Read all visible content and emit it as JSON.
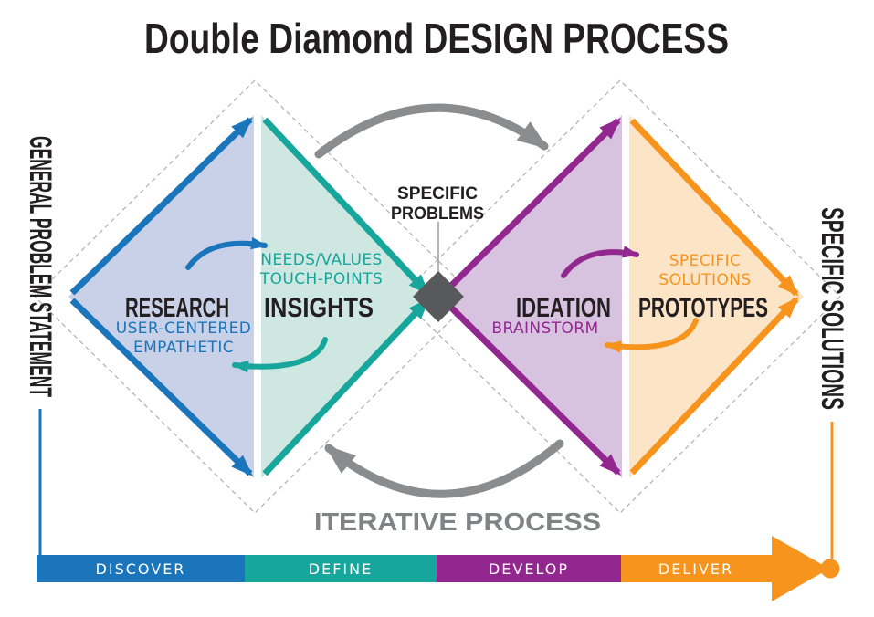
{
  "title": "Double Diamond DESIGN PROCESS",
  "axis_left": {
    "label": "GENERAL PROBLEM STATEMENT"
  },
  "axis_right": {
    "label": "SPECIFIC SOLUTIONS"
  },
  "center_junction": {
    "line1": "SPECIFIC",
    "line2": "PROBLEMS"
  },
  "discover_diamond": {
    "research": {
      "heading": "RESEARCH",
      "sub1": "USER-CENTERED",
      "sub2": "EMPATHETIC"
    },
    "insights": {
      "heading": "INSIGHTS",
      "sub1": "NEEDS/VALUES",
      "sub2": "TOUCH-POINTS"
    }
  },
  "develop_diamond": {
    "ideation": {
      "heading": "IDEATION",
      "sub1": "BRAINSTORM"
    },
    "prototypes": {
      "heading": "PROTOTYPES",
      "sub1": "SPECIFIC",
      "sub2": "SOLUTIONS"
    }
  },
  "iterative": {
    "label": "ITERATIVE PROCESS"
  },
  "timeline": {
    "phases": [
      {
        "label": "DISCOVER",
        "color": "#1b75bb"
      },
      {
        "label": "DEFINE",
        "color": "#17a69b"
      },
      {
        "label": "DEVELOP",
        "color": "#92278f"
      },
      {
        "label": "DELIVER",
        "color": "#f7941e"
      }
    ]
  },
  "colors": {
    "blue": "#1b75bb",
    "blue_fill": "#c9d1e9",
    "teal": "#17a69b",
    "teal_fill": "#cfe7e1",
    "purple": "#92278f",
    "purple_fill": "#d7c2df",
    "orange": "#f7941e",
    "orange_fill": "#fce4c7",
    "gray_arrow": "#8a8c8e",
    "gray_text": "#808285",
    "dark_center": "#58595b",
    "dashed_outline": "#b0b0b2",
    "heading_text": "#231f20"
  }
}
